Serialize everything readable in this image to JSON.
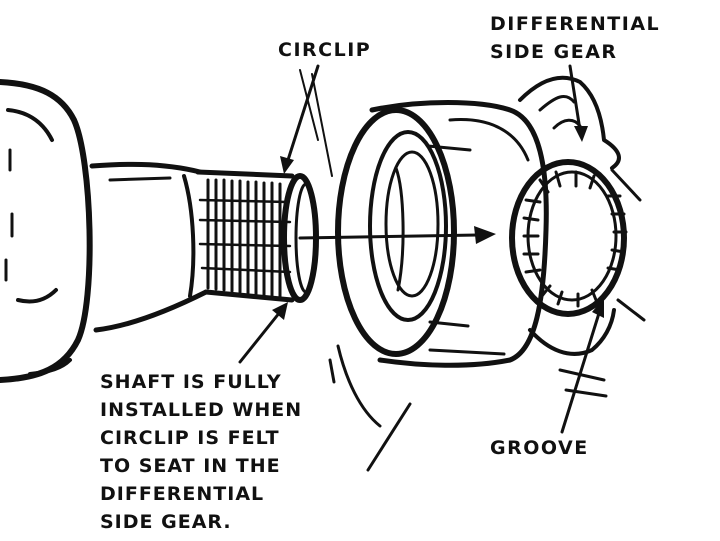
{
  "diagram": {
    "labels": {
      "circlip": "CIRCLIP",
      "differential_side_gear": [
        "DIFFERENTIAL",
        "SIDE GEAR"
      ],
      "groove": "GROOVE",
      "note": [
        "SHAFT IS FULLY",
        "INSTALLED WHEN",
        "CIRCLIP IS FELT",
        "TO SEAT IN THE",
        "DIFFERENTIAL",
        "SIDE GEAR."
      ]
    },
    "colors": {
      "ink": "#111111",
      "paper": "#ffffff"
    }
  }
}
